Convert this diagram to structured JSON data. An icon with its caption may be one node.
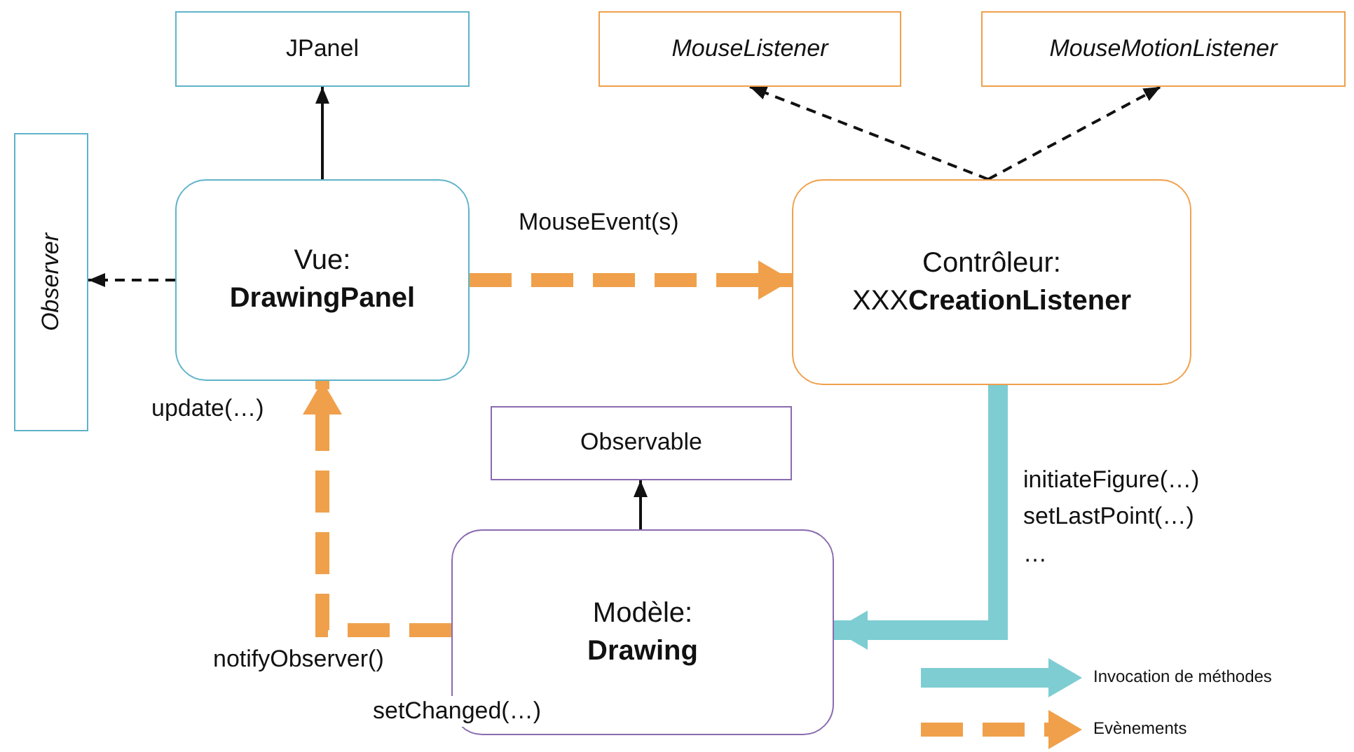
{
  "diagram": {
    "nodes": [
      {
        "text": [
          "JPanel"
        ]
      },
      {
        "text": [
          "MouseListener"
        ]
      },
      {
        "text": [
          "MouseMotionListener"
        ]
      },
      {
        "text": [
          "Observer"
        ]
      },
      {
        "text": [
          "Vue: **DrawingPanel**"
        ]
      },
      {
        "text": [
          "Contrôleur: XXX**CreationListener**"
        ]
      },
      {
        "text": [
          "Observable"
        ]
      },
      {
        "text": [
          "Modèle: **Drawing**"
        ]
      }
    ],
    "edges": [
      {
        "from": 4,
        "to": 0,
        "arrow": "to"
      },
      {
        "from": 4,
        "to": 3,
        "arrow": "to",
        "style": "dashed"
      },
      {
        "from": 5,
        "to": 1,
        "arrow": "to",
        "style": "dashed"
      },
      {
        "from": 5,
        "to": 2,
        "arrow": "to",
        "style": "dashed"
      },
      {
        "from": 4,
        "to": 5,
        "arrow": "to",
        "style": "dashed",
        "color": "#f0a04b",
        "label": "MouseEvent(s)"
      },
      {
        "from": 7,
        "to": 4,
        "arrow": "to",
        "style": "dashed",
        "color": "#f0a04b"
      },
      {
        "from": 5,
        "to": 7,
        "arrow": "to",
        "style": "thick",
        "color": "#7dcdd2",
        "label": "initiateFigure(…) setLastPoint(…) …"
      },
      {
        "from": 7,
        "to": 6,
        "arrow": "to"
      }
    ],
    "labels": [
      "update(…)",
      "notifyObserver()",
      "setChanged(…)"
    ],
    "legend": [
      {
        "text": "Invocation de méthodes"
      },
      {
        "text": "Evènements"
      }
    ]
  }
}
